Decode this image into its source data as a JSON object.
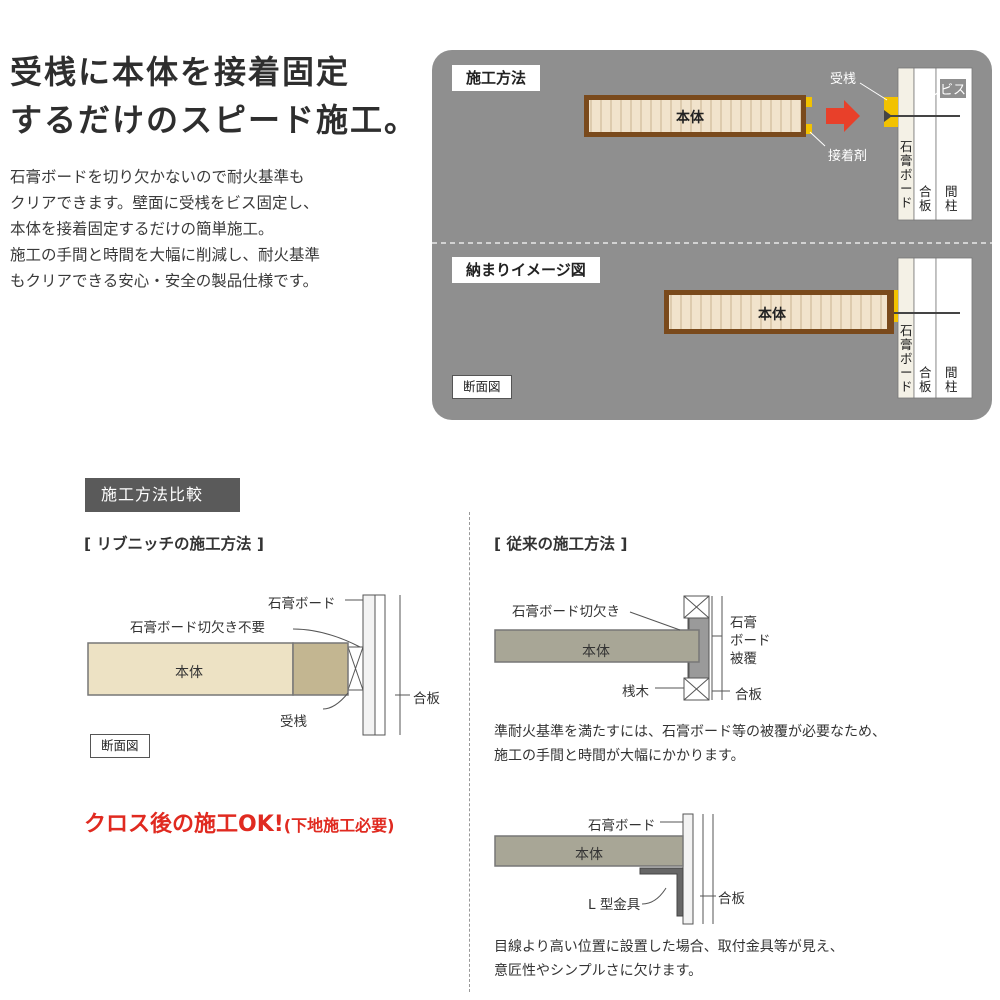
{
  "headline": {
    "line1": "受桟に本体を接着固定",
    "line2": "するだけのスピード施工。"
  },
  "description": {
    "lines": [
      "石膏ボードを切り欠かないので耐火基準も",
      "クリアできます。壁面に受桟をビス固定し、",
      "本体を接着固定するだけの簡単施工。",
      "施工の手間と時間を大幅に削減し、耐火基準",
      "もクリアできる安心・安全の製品仕様です。"
    ]
  },
  "method_panel": {
    "top_label": "施工方法",
    "bottom_label": "納まりイメージ図",
    "section_label": "断面図",
    "honntai": "本体",
    "ukesan": "受桟",
    "bisu": "ビス",
    "setchakuzai": "接着剤",
    "sekko_board": "石膏ボード",
    "goban": "合板",
    "mabashira": "間柱"
  },
  "comparison": {
    "tab": "施工方法比較",
    "left_title": "[ リブニッチの施工方法 ]",
    "right_title": "[ 従来の施工方法 ]",
    "left_diagram": {
      "sekko_board": "石膏ボード",
      "no_cut": "石膏ボード切欠き不要",
      "honntai": "本体",
      "ukesan": "受桟",
      "goban": "合板",
      "section_label": "断面図"
    },
    "red_text_main": "クロス後の施工OK!",
    "red_text_sub": "(下地施工必要)",
    "right_diagram1": {
      "cut": "石膏ボード切欠き",
      "honntai": "本体",
      "cover_l1": "石膏",
      "cover_l2": "ボード",
      "cover_l3": "被覆",
      "sanki": "桟木",
      "goban": "合板"
    },
    "note1": [
      "準耐火基準を満たすには、石膏ボード等の被覆が必要なため、",
      "施工の手間と時間が大幅にかかります。"
    ],
    "right_diagram2": {
      "sekko_board": "石膏ボード",
      "honntai": "本体",
      "l_bracket": "L 型金具",
      "goban": "合板"
    },
    "note2": [
      "目線より高い位置に設置した場合、取付金具等が見え、",
      "意匠性やシンプルさに欠けます。"
    ]
  }
}
